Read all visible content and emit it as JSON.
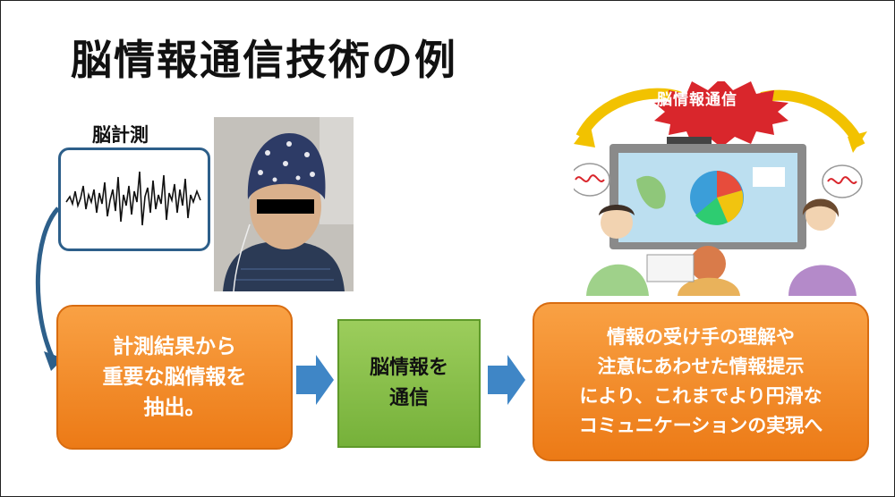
{
  "title": "脳情報通信技術の例",
  "measurement_label": "脳計測",
  "burst_label": "脳情報通信",
  "steps": {
    "extract": [
      "計測結果から",
      "重要な脳情報を",
      "抽出。"
    ],
    "communicate": [
      "脳情報を",
      "通信"
    ],
    "result": [
      "情報の受け手の理解や",
      "注意にあわせた情報提示",
      "により、これまでより円滑な",
      "コミュニケーションの実現へ"
    ]
  },
  "colors": {
    "orange": "#f08a24",
    "green": "#86bf46",
    "arrow_blue": "#3f86c6",
    "dark_blue": "#2d5f8a",
    "burst_red": "#d9262c"
  }
}
